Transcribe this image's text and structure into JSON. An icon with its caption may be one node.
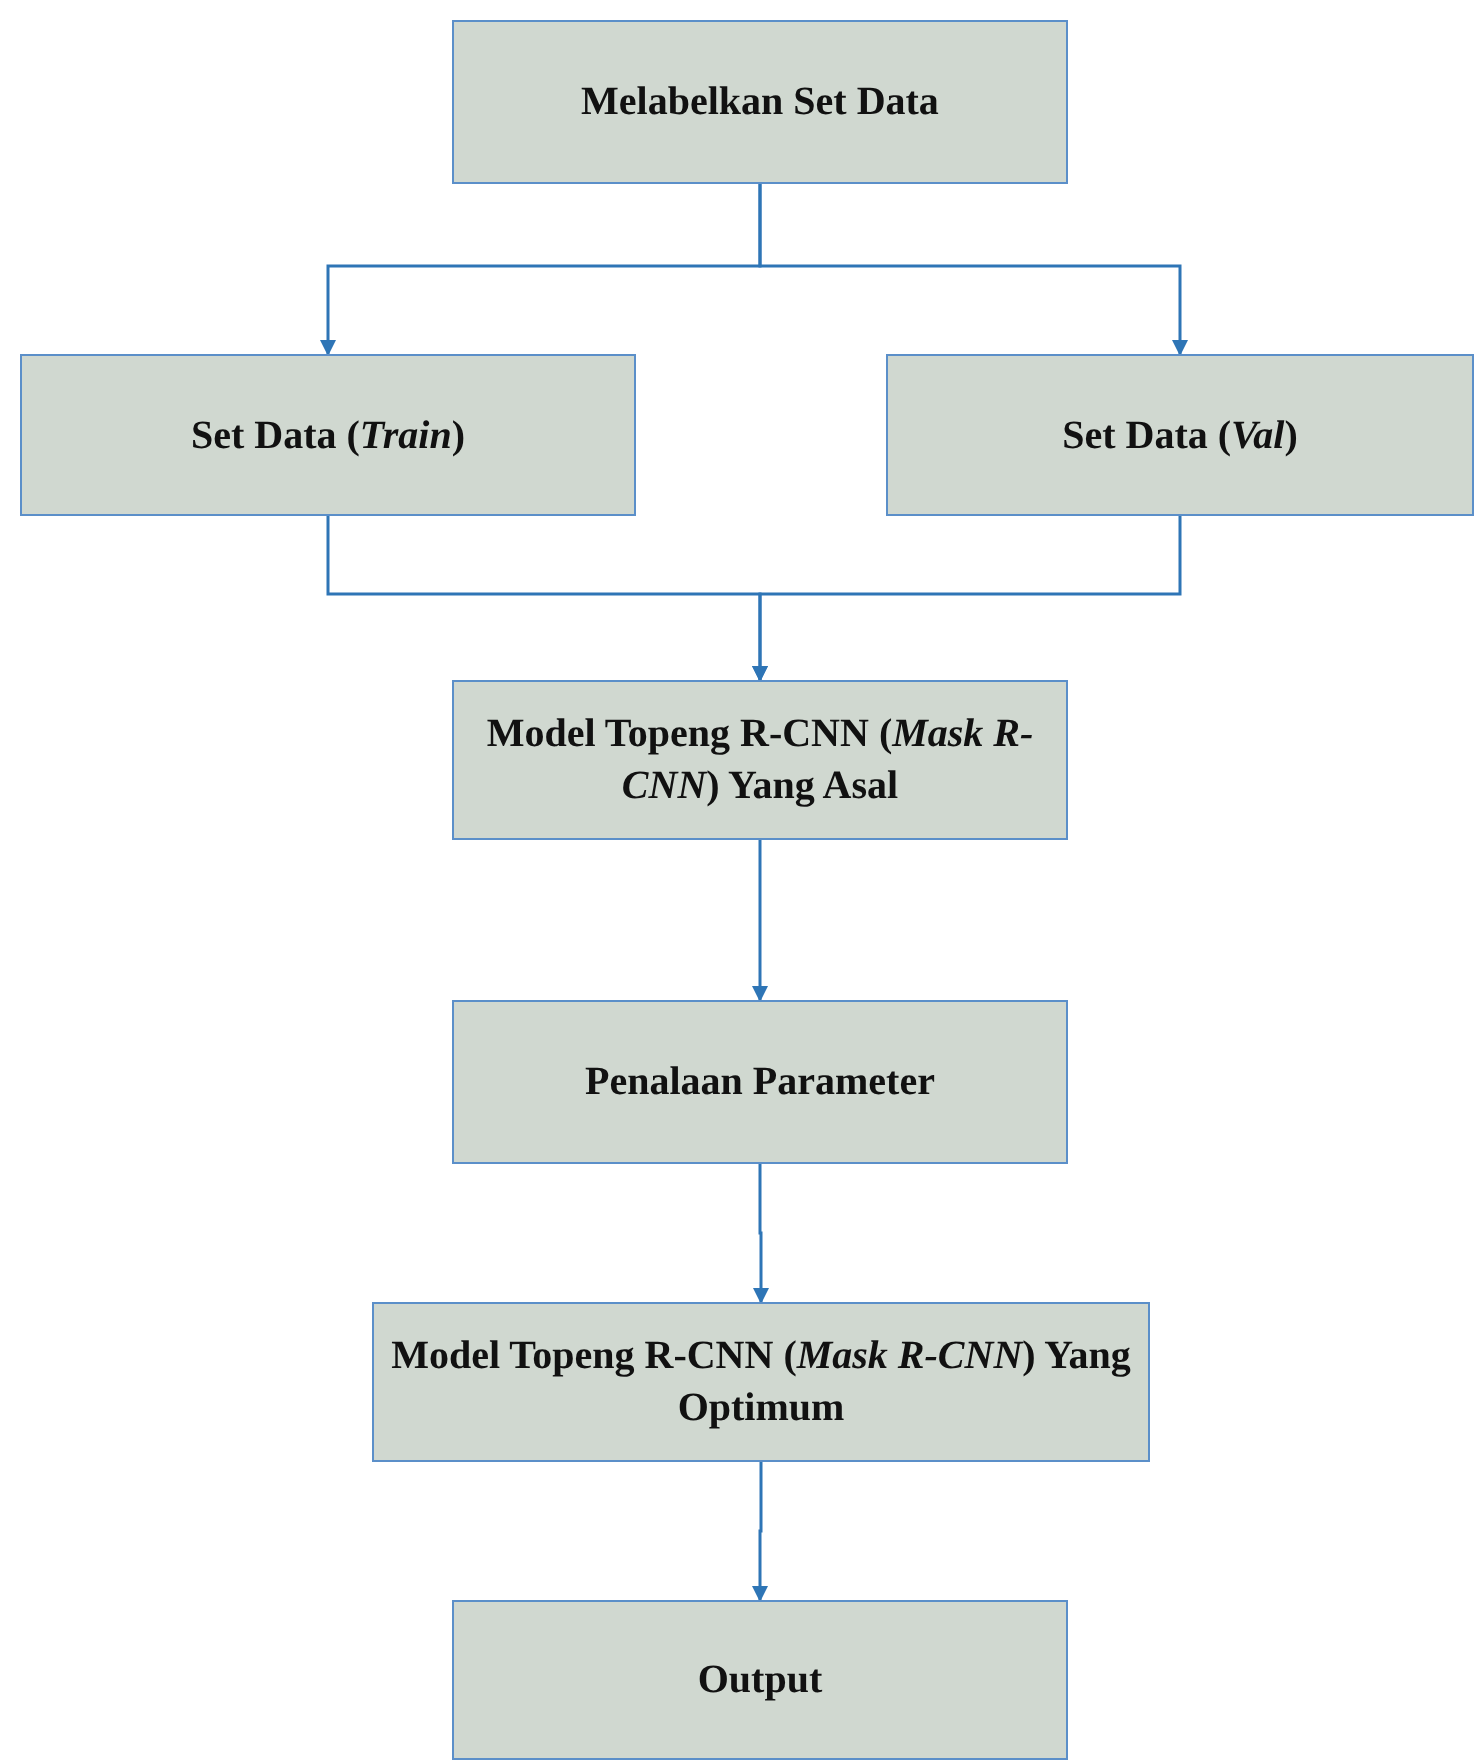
{
  "diagram": {
    "nodes": [
      {
        "text": [
          "Melabelkan Set Data"
        ]
      },
      {
        "text": [
          "Set Data (*Train*)"
        ]
      },
      {
        "text": [
          "Set Data (*Val*)"
        ]
      },
      {
        "text": [
          "Model Topeng R-CNN (*Mask R-CNN*) Yang Asal"
        ]
      },
      {
        "text": [
          "Penalaan Parameter"
        ]
      },
      {
        "text": [
          "Model Topeng R-CNN (*Mask R-CNN*) Yang Optimum"
        ]
      },
      {
        "text": [
          "Output"
        ]
      }
    ],
    "edges": [
      {
        "from": 0,
        "to": 1,
        "arrow": "to"
      },
      {
        "from": 0,
        "to": 2,
        "arrow": "to"
      },
      {
        "from": 1,
        "to": 3,
        "arrow": "to"
      },
      {
        "from": 2,
        "to": 3,
        "arrow": "to"
      },
      {
        "from": 3,
        "to": 4,
        "arrow": "to"
      },
      {
        "from": 4,
        "to": 5,
        "arrow": "to"
      },
      {
        "from": 5,
        "to": 6,
        "arrow": "to"
      }
    ]
  }
}
